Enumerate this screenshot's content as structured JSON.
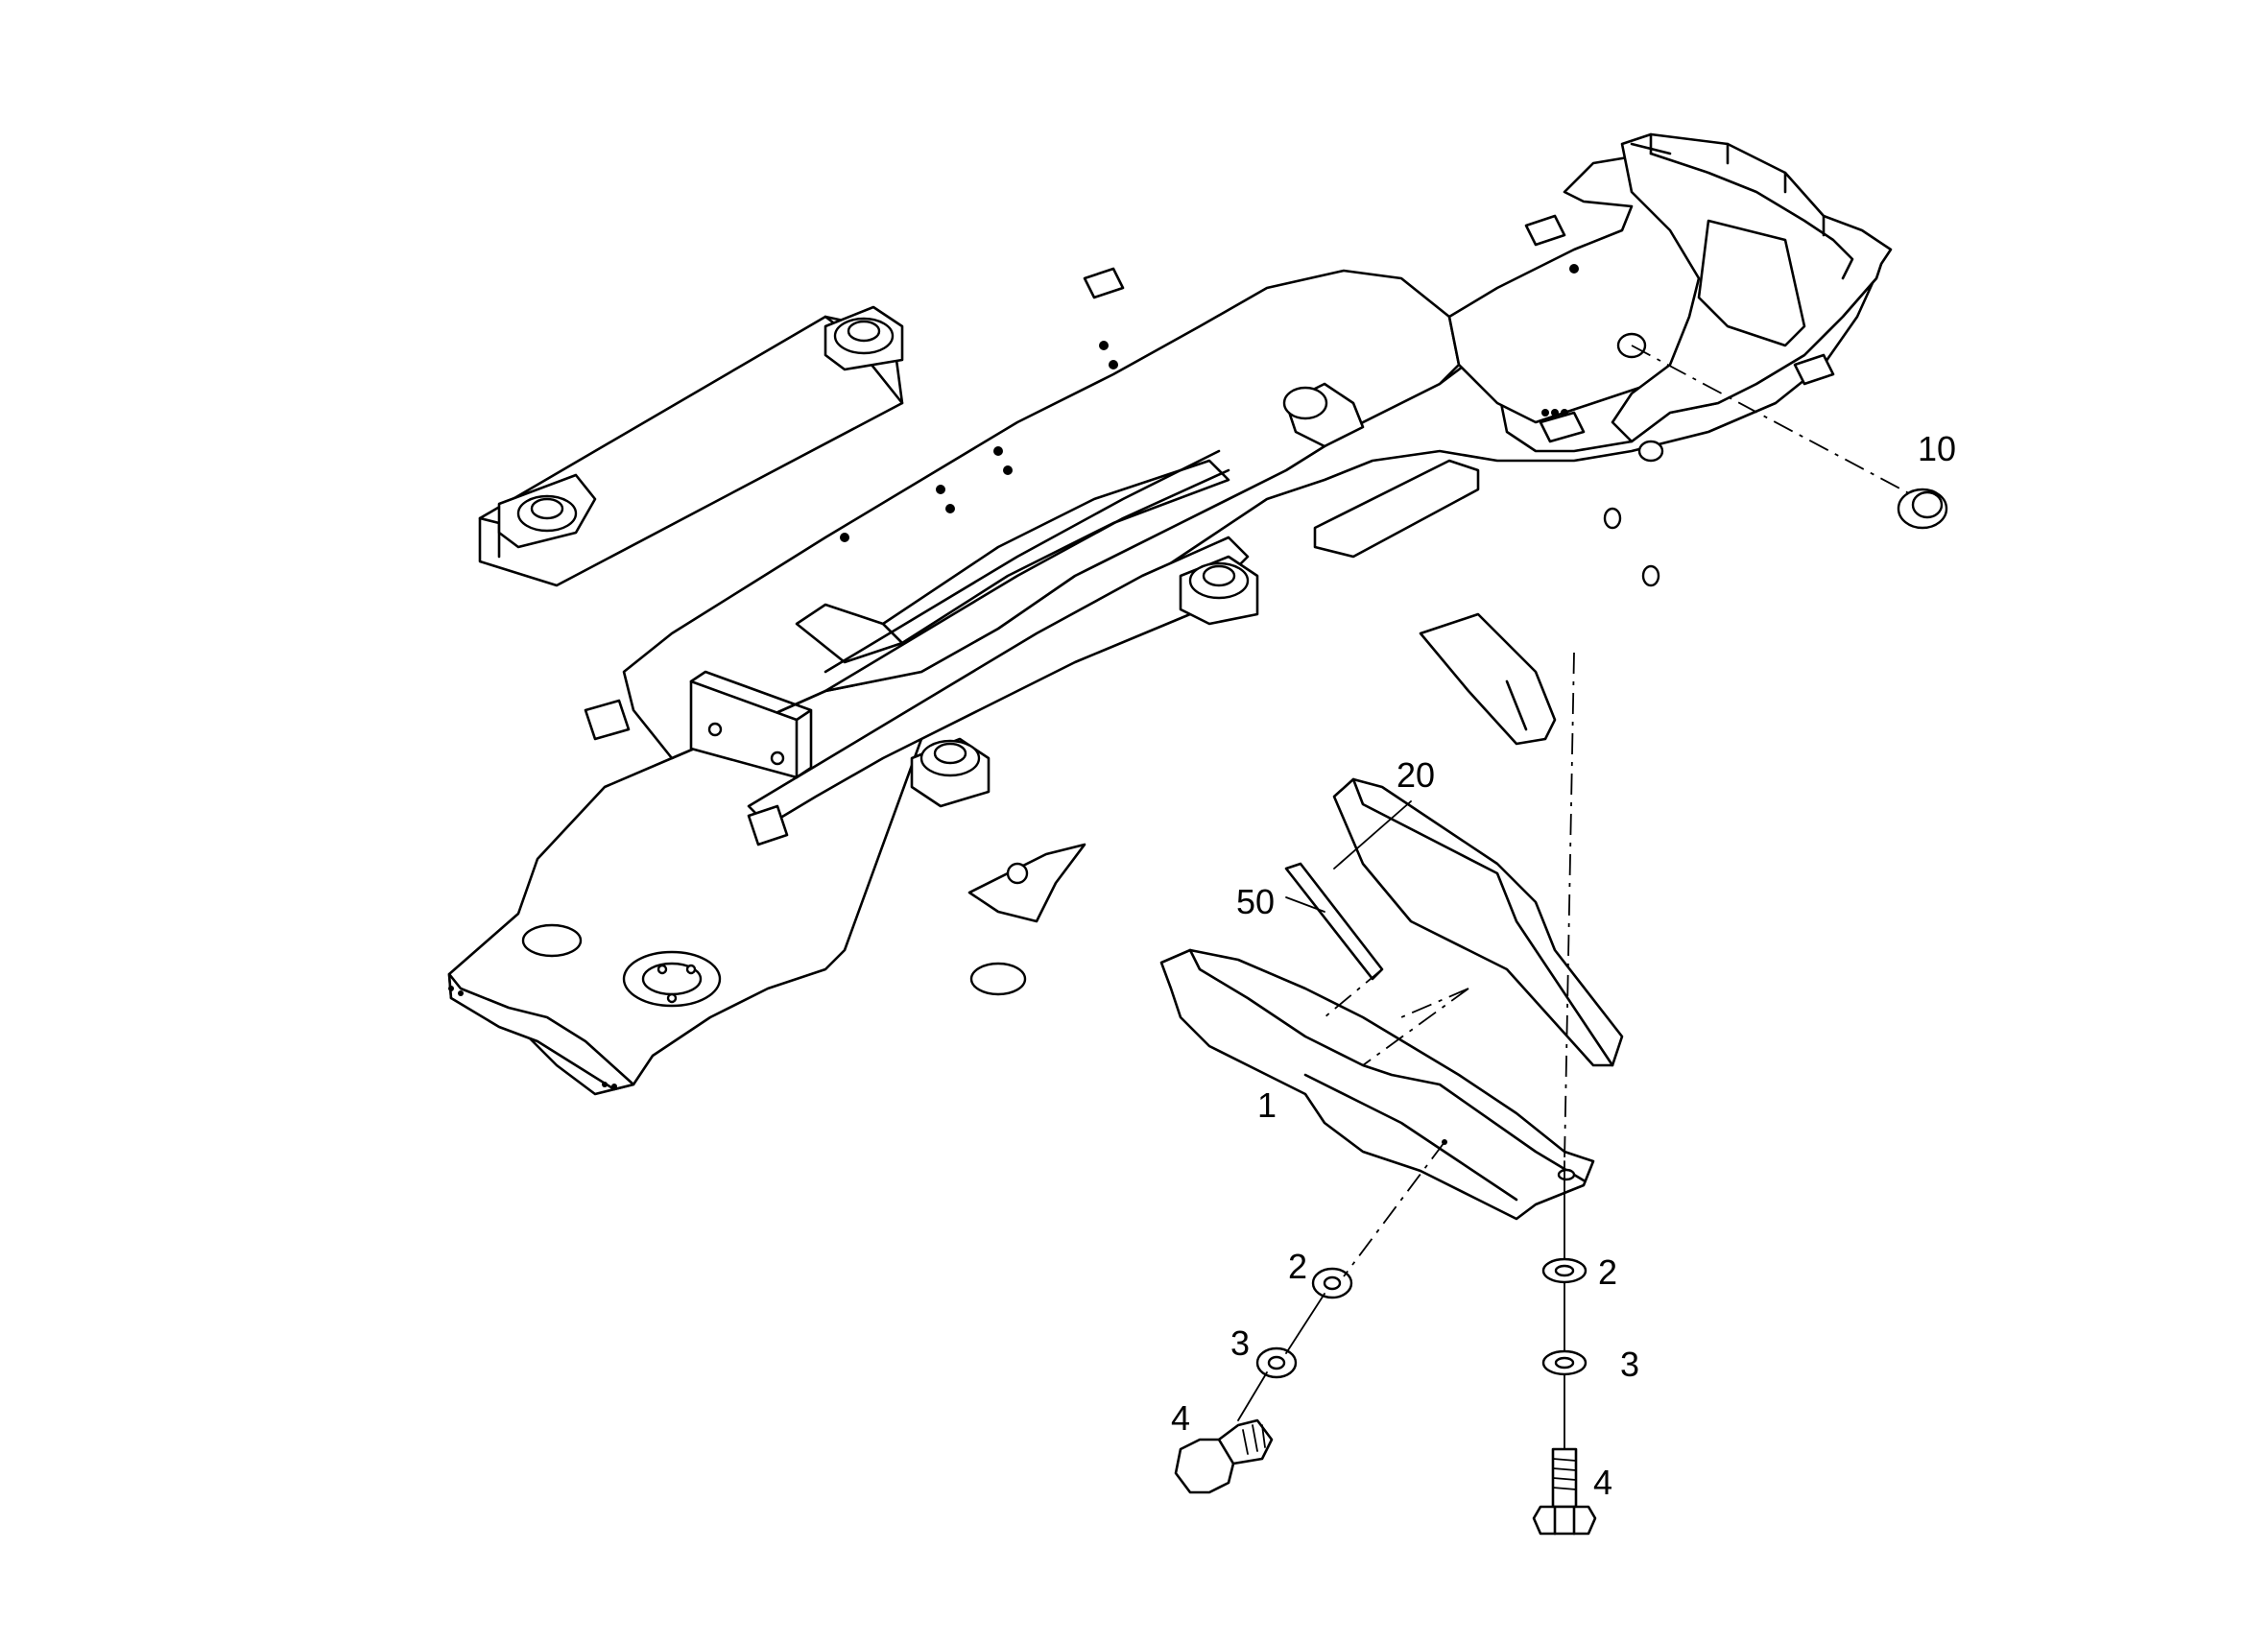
{
  "diagram": {
    "callouts": {
      "c10": "10",
      "c20": "20",
      "c50": "50",
      "c1": "1",
      "c2_left": "2",
      "c3_left": "3",
      "c4_left": "4",
      "c2_right": "2",
      "c3_right": "3",
      "c4_right": "4"
    }
  }
}
